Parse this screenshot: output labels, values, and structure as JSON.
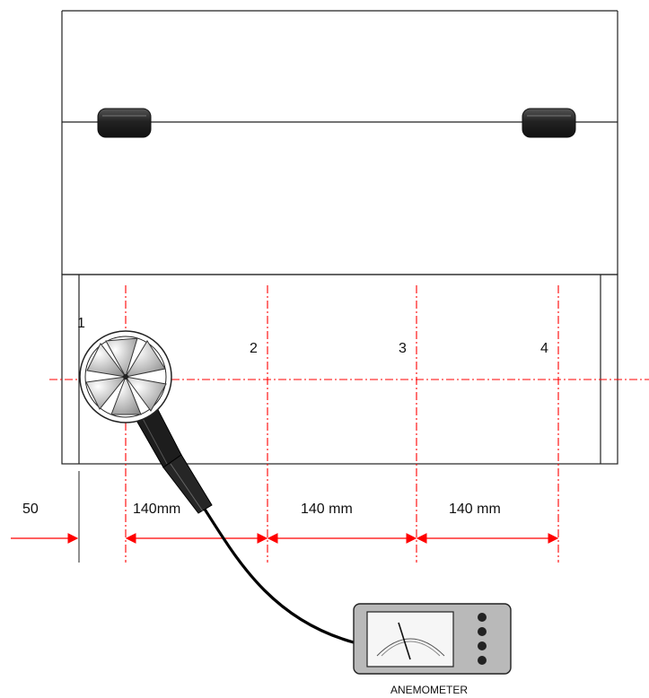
{
  "colors": {
    "outline": "#222222",
    "centerline": "#ff0000",
    "dimension": "#ff0000",
    "probe": "#1c1c1c",
    "meter_body": "#b9b9b9",
    "meter_face": "#f4f4f4",
    "clamp": "#2b2b2b"
  },
  "positions": [
    {
      "label": "1"
    },
    {
      "label": "2"
    },
    {
      "label": "3"
    },
    {
      "label": "4"
    }
  ],
  "dimensions": {
    "edge_offset": "50",
    "spacing_1": "140mm",
    "spacing_2": "140 mm",
    "spacing_3": "140 mm"
  },
  "instrument": {
    "label": "ANEMOMETER"
  },
  "icons": {
    "probe": "vane-anemometer-probe-icon",
    "meter": "anemometer-meter-icon",
    "clamp": "hinge-clamp-icon"
  }
}
